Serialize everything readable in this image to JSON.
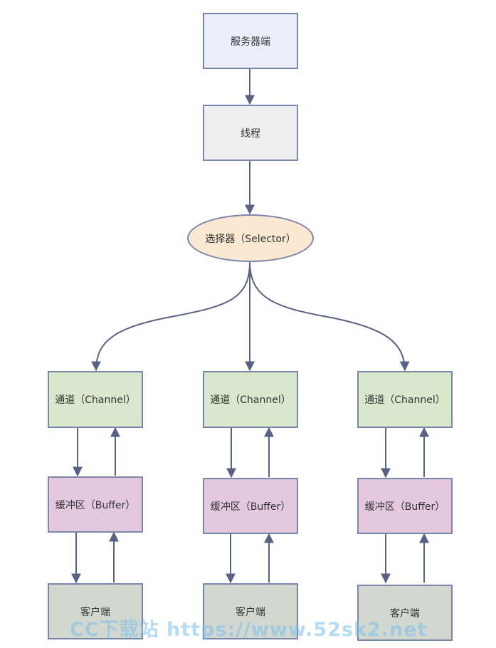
{
  "colors": {
    "edge": "#5a6283",
    "border": "#7a86aa",
    "server_fill": "#ebeefa",
    "thread_fill": "#efefef",
    "selector_fill": "#fbe8d3",
    "channel_fill": "#d9e8cd",
    "buffer_fill": "#e3c8df",
    "client_fill": "#d2d8d0"
  },
  "nodes": {
    "server": {
      "label": "服务器端"
    },
    "thread": {
      "label": "线程"
    },
    "selector": {
      "label": "选择器（Selector）"
    },
    "columns": [
      {
        "channel": "通道（Channel）",
        "buffer": "缓冲区（Buffer）",
        "client": "客户端"
      },
      {
        "channel": "通道（Channel）",
        "buffer": "缓冲区（Buffer）",
        "client": "客户端"
      },
      {
        "channel": "通道（Channel）",
        "buffer": "缓冲区（Buffer）",
        "client": "客户端"
      }
    ]
  },
  "watermark": "CC下载站 https://www.52sk2.net"
}
